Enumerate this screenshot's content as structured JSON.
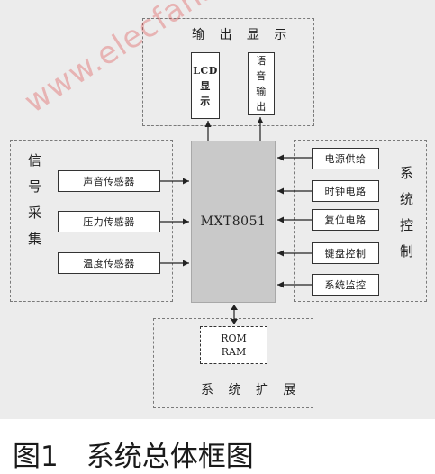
{
  "diagram": {
    "output_group": {
      "title": "输 出 显 示"
    },
    "signal_group": {
      "title": "信号采集"
    },
    "control_group": {
      "title": "系统控制"
    },
    "expansion_group": {
      "title": "系 统 扩 展"
    },
    "mcu_label": "MXT8051",
    "lcd_display": {
      "line1": "LCD",
      "line2": "显",
      "line3": "示"
    },
    "voice_output": {
      "line1": "语",
      "line2": "音",
      "line3": "输",
      "line4": "出"
    },
    "sensors": [
      "声音传感器",
      "压力传感器",
      "温度传感器"
    ],
    "control_modules": [
      "电源供给",
      "时钟电路",
      "复位电路",
      "键盘控制",
      "系统监控"
    ],
    "memory": {
      "line1": "ROM",
      "line2": "RAM"
    }
  },
  "watermark": "www.elecfans.com",
  "caption": "图1　系统总体框图"
}
